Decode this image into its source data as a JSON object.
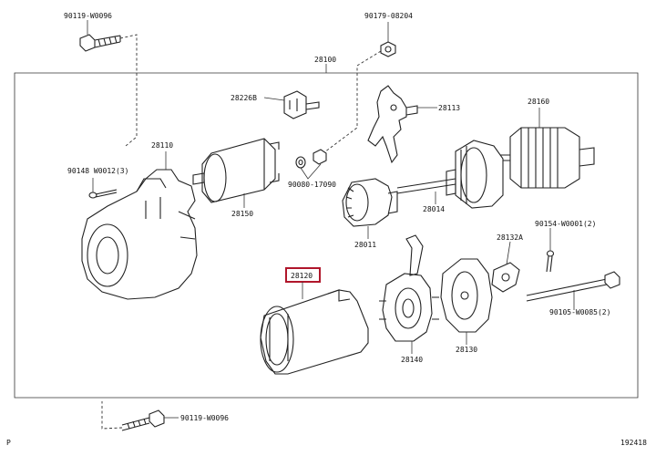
{
  "labels": {
    "bolt_top": "90119-W0096",
    "nut_top": "90179-08204",
    "assembly": "28100",
    "terminal": "28226B",
    "lever": "28113",
    "armature": "28160",
    "housing": "28110",
    "screw_left": "90148 W0012(3)",
    "solenoid": "28150",
    "washers": "90080-17090",
    "shaft_gear": "28014",
    "clutch": "28011",
    "yoke": "28120",
    "holder": "28140",
    "end_frame": "28130",
    "insulator": "28132A",
    "screw_right": "90154-W0001(2)",
    "through_bolt": "90105-W0085(2)",
    "bolt_bottom": "90119-W0096",
    "corner_left": "P",
    "corner_right": "192418"
  },
  "colors": {
    "line": "#222222",
    "highlight": "#b0162b",
    "background": "#ffffff"
  }
}
